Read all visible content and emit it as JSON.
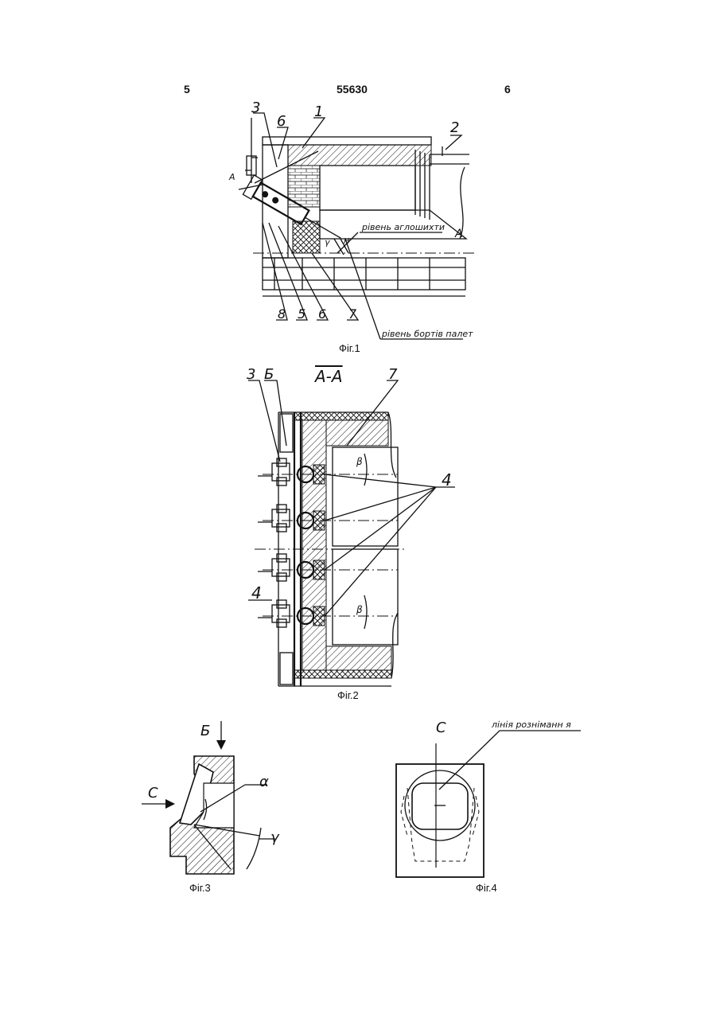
{
  "header": {
    "left_page": "5",
    "patent_number": "55630",
    "right_page": "6"
  },
  "fig1": {
    "caption": "Фіг.1",
    "callouts": [
      "3",
      "6",
      "1",
      "2",
      "8",
      "5",
      "6",
      "7",
      "A",
      "A"
    ],
    "label_charge_level": "рівень аглошихти",
    "label_pallet_level": "рівень бортів палет",
    "angle_labels": [
      "γ",
      "H"
    ]
  },
  "fig2": {
    "caption": "Фіг.2",
    "section": "А-А",
    "callouts": [
      "3",
      "Б",
      "7",
      "4",
      "4"
    ],
    "angle_label": "β"
  },
  "fig3": {
    "caption": "Фіг.3",
    "view_letter": "Б",
    "arrow_letter": "С",
    "angle_alpha": "α",
    "angle_gamma": "γ"
  },
  "fig4": {
    "caption": "Фіг.4",
    "view_letter": "С",
    "label_split_line": "лінія розніманн я"
  }
}
